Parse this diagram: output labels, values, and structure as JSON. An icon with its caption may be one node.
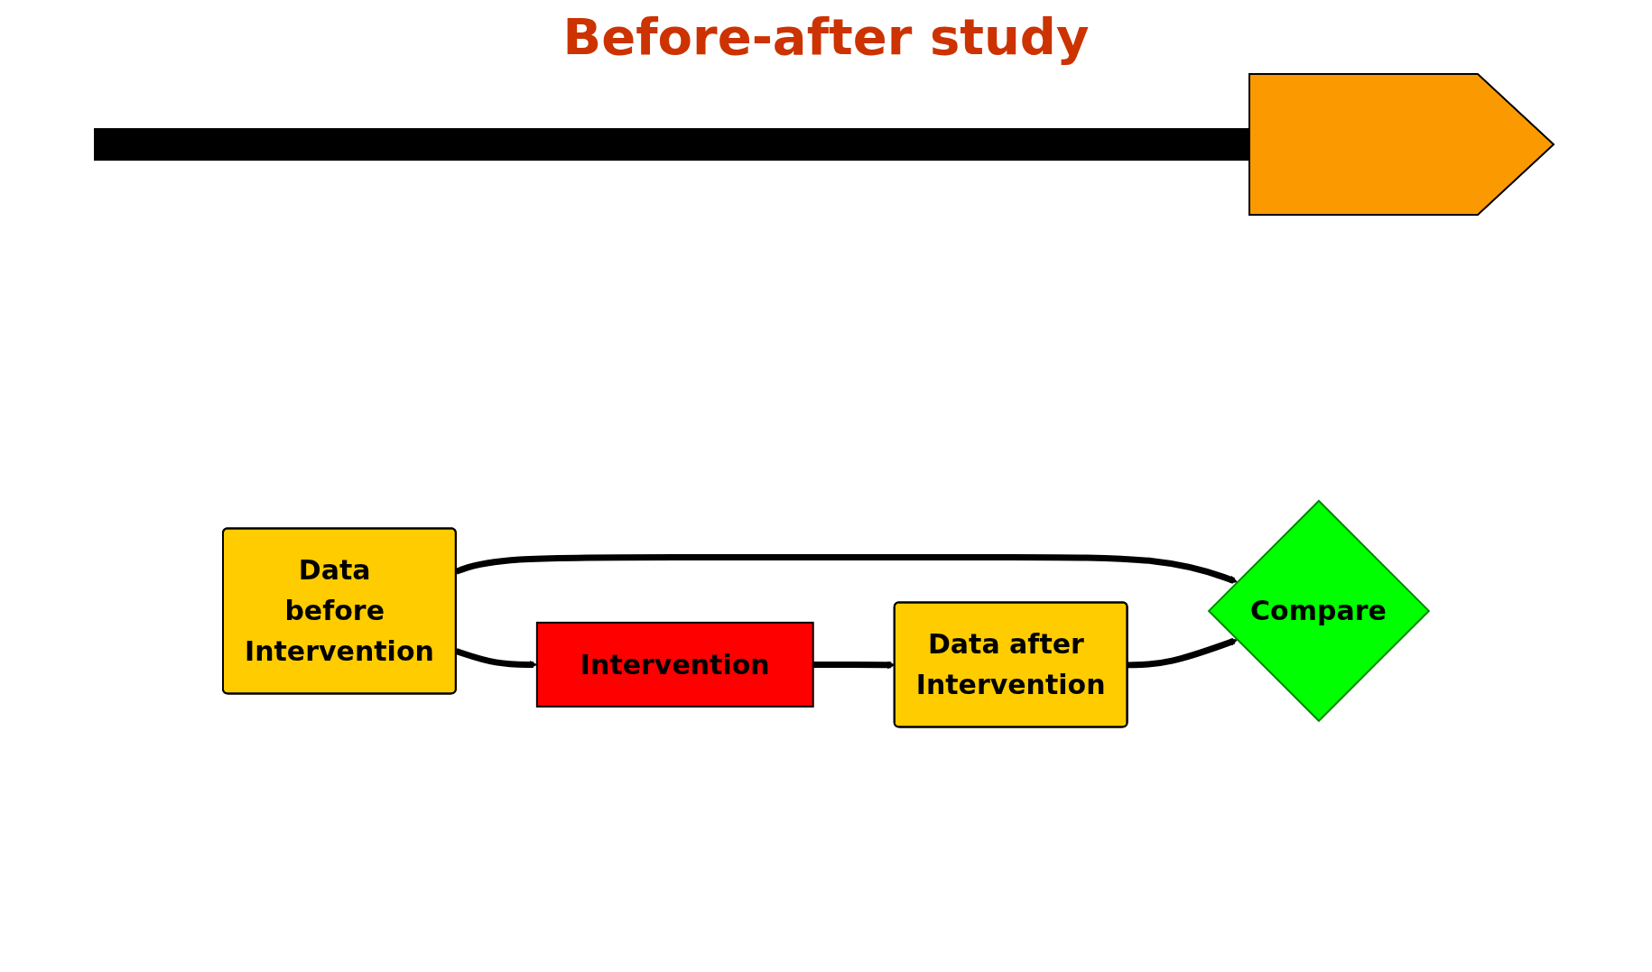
{
  "diagram": {
    "title": "Before-after study",
    "nodes": [
      {
        "text": [
          "Data before Intervention"
        ]
      },
      {
        "text": [
          "Intervention"
        ]
      },
      {
        "text": [
          "Data after Intervention"
        ]
      },
      {
        "text": [
          "Compare"
        ]
      }
    ],
    "edges": [
      {
        "from": 0,
        "to": 1,
        "arrow": "to"
      },
      {
        "from": 1,
        "to": 2,
        "arrow": "to"
      },
      {
        "from": 0,
        "to": 3,
        "arrow": "to"
      },
      {
        "from": 2,
        "to": 3,
        "arrow": "to"
      }
    ]
  }
}
